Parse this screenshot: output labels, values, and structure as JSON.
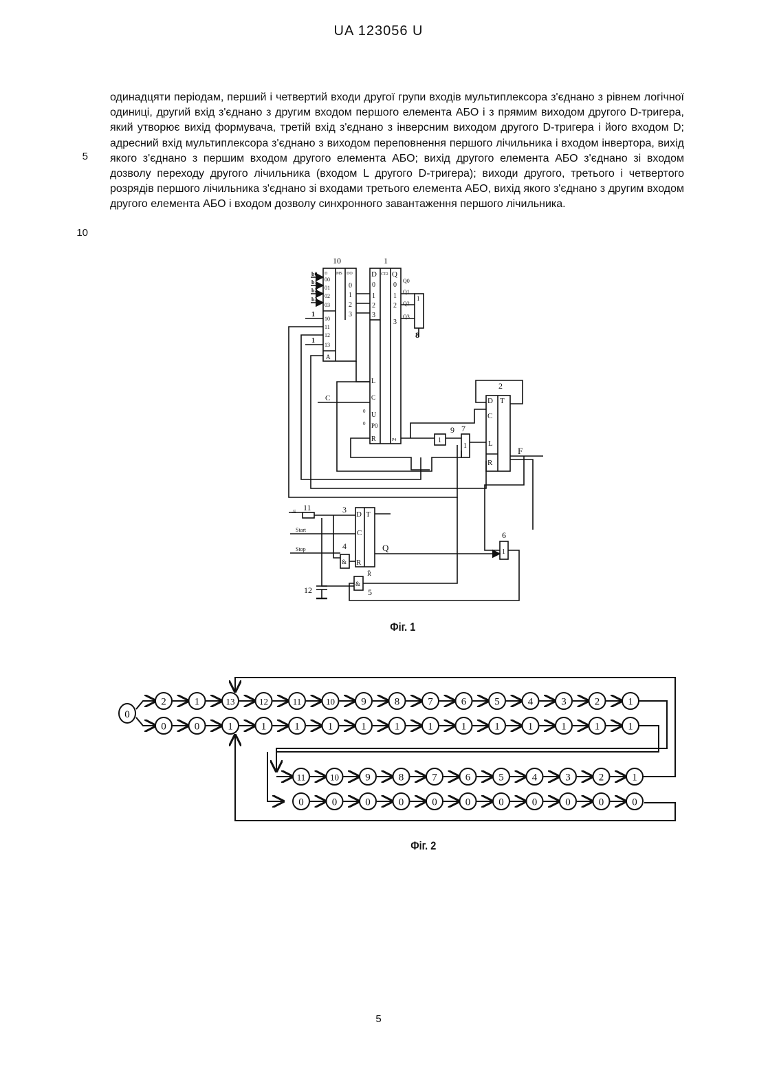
{
  "header": "UA   123056   U",
  "line_numbers": [
    "5",
    "10"
  ],
  "paragraph": "одинадцяти періодам, перший і четвертий входи другої групи входів мультиплексора з'єднано з рівнем логічної одиниці, другий вхід з'єднано з другим входом першого елемента АБО і з прямим виходом другого D-тригера, який утворює вихід формувача, третій вхід з'єднано з інверсним виходом другого D-тригера і його входом D; адресний вхід мультиплексора з'єднано з виходом переповнення першого лічильника і входом інвертора, вихід якого з'єднано з першим входом другого елемента АБО; вихід другого елемента АБО з'єднано зі входом дозволу переходу другого лічильника (входом L другого D-тригера); виходи другого, третього і четвертого розрядів першого лічильника з'єднано зі входами третього елемента АБО, вихід якого з'єднано з другим входом другого елемента АБО і входом дозволу синхронного завантаження першого лічильника.",
  "fig1": {
    "caption": "Фіг. 1",
    "labels": {
      "n10": "10",
      "n1": "1",
      "n2": "2",
      "n3": "3",
      "n4": "4",
      "n5": "5",
      "n6": "6",
      "n7": "7",
      "n8": "8",
      "n9": "9",
      "n11": "11",
      "n12": "12",
      "mux_title": "MS",
      "mux_do": "DO",
      "mux_d": "D",
      "mux_in": [
        "00",
        "01",
        "02",
        "03",
        "10",
        "11",
        "12",
        "13"
      ],
      "mux_a": "A",
      "mux_out": [
        "0",
        "1",
        "2",
        "3"
      ],
      "b_inputs": [
        "b0",
        "b1",
        "b2",
        "b3"
      ],
      "one": "1",
      "ctr_d": "D",
      "ctr_ct": "CT2",
      "ctr_q": "Q",
      "ctr_din": [
        "0",
        "1",
        "2",
        "3"
      ],
      "ctr_qout": [
        "0",
        "1",
        "2",
        "3"
      ],
      "q_out": [
        "Q0",
        "Q1",
        "Q2",
        "Q3"
      ],
      "ctr_l": "L",
      "ctr_c": "C",
      "ctr_u": "U",
      "ctr_p": "P0",
      "ctr_r": "R",
      "ctr_p4": "P4",
      "zero": "0",
      "trig_d": "D",
      "trig_t": "T",
      "trig_c": "C",
      "trig_l": "L",
      "trig_r": "R",
      "c_in": "C",
      "f_out": "F",
      "e_in": "-E",
      "start": "Start",
      "stop": "Stop",
      "q": "Q",
      "rbar": "R̄",
      "and": "&",
      "or": "1"
    }
  },
  "fig2": {
    "caption": "Фіг. 2",
    "start": "0",
    "row1_top": [
      "2",
      "1",
      "13",
      "12",
      "11",
      "10",
      "9",
      "8",
      "7",
      "6",
      "5",
      "4",
      "3",
      "2",
      "1"
    ],
    "row1_bottom": [
      "0",
      "0",
      "1",
      "1",
      "1",
      "1",
      "1",
      "1",
      "1",
      "1",
      "1",
      "1",
      "1",
      "1",
      "1"
    ],
    "row2_top": [
      "11",
      "10",
      "9",
      "8",
      "7",
      "6",
      "5",
      "4",
      "3",
      "2",
      "1"
    ],
    "row2_bottom": [
      "0",
      "0",
      "0",
      "0",
      "0",
      "0",
      "0",
      "0",
      "0",
      "0",
      "0"
    ]
  },
  "page_number": "5"
}
